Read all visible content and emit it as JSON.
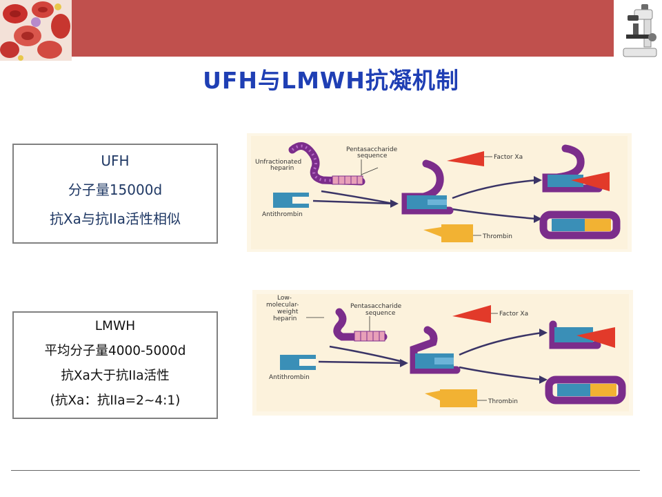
{
  "slide": {
    "title": "UFH与LMWH抗凝机制"
  },
  "ufh_box": {
    "lines": [
      "UFH",
      "分子量15000d",
      "抗Xa与抗IIa活性相似"
    ]
  },
  "lmwh_box": {
    "lines": [
      "LMWH",
      "平均分子量4000-5000d",
      "抗Xa大于抗IIa活性",
      "(抗Xa：抗IIa=2~4:1)"
    ]
  },
  "diagram_ufh": {
    "heparin_label": [
      "Unfractionated",
      "heparin"
    ],
    "pentasaccharide_label": [
      "Pentasaccharide",
      "sequence"
    ],
    "antithrombin_label": "Antithrombin",
    "factor_xa_label": "Factor Xa",
    "thrombin_label": "Thrombin"
  },
  "diagram_lmwh": {
    "heparin_label": [
      "Low-",
      "molecular-",
      "weight",
      "heparin"
    ],
    "pentasaccharide_label": [
      "Pentasaccharide",
      "sequence"
    ],
    "antithrombin_label": "Antithrombin",
    "factor_xa_label": "Factor Xa",
    "thrombin_label": "Thrombin"
  },
  "colors": {
    "banner": "#c0504d",
    "title": "#1f3fb4",
    "heparin_chain": "#7b2d8b",
    "pentasaccharide": "#e8a0b8",
    "antithrombin": "#3a8fb7",
    "factor_xa": "#e23a2a",
    "thrombin": "#f2b233",
    "arrow": "#3a3466",
    "diagram_bg": "#fdf6e6"
  },
  "icons": {
    "left_corner": "blood-cells-image",
    "right_corner": "microscope-image"
  }
}
